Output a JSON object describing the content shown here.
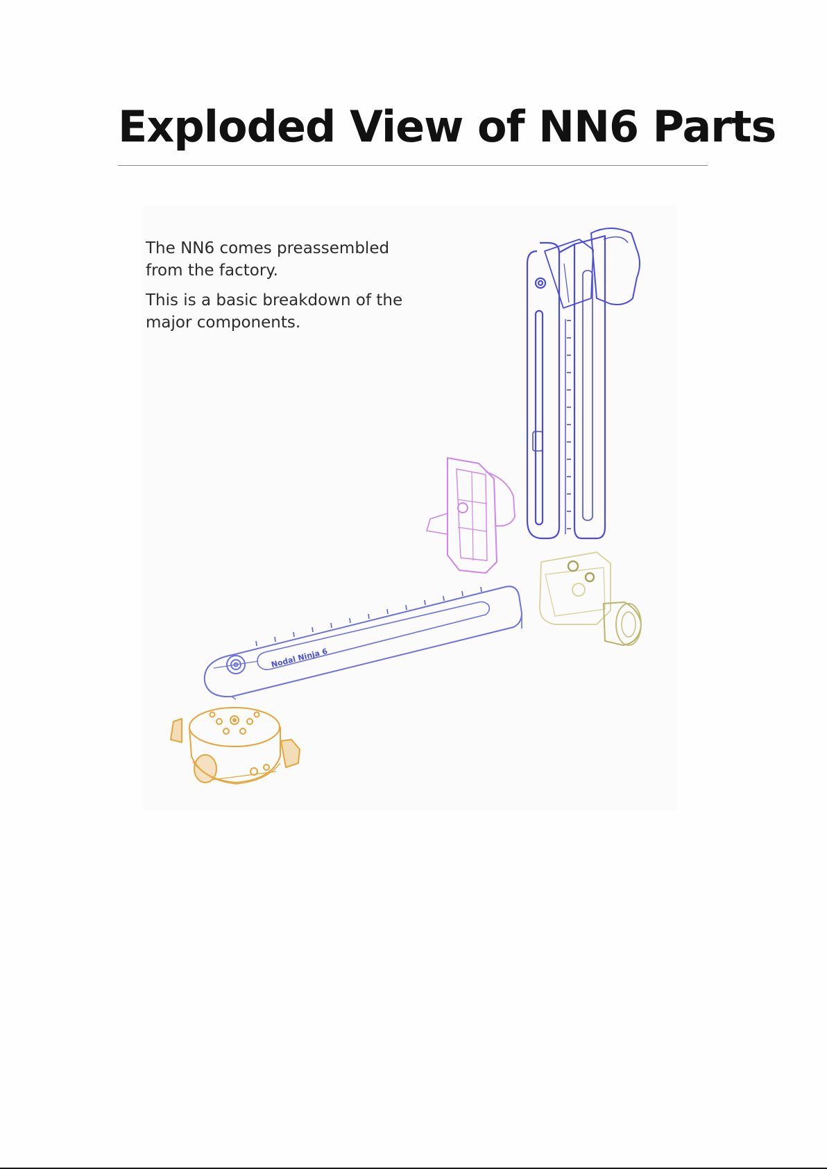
{
  "page": {
    "title": "Exploded View of NN6 Parts"
  },
  "intro": {
    "line1": "The NN6 comes preassembled from the factory.",
    "line2": "This is a basic breakdown of the major components."
  },
  "figure": {
    "parts": [
      {
        "name": "vertical-arm",
        "color": "#4a4ae0"
      },
      {
        "name": "camera-clamp",
        "color": "#d08ae8"
      },
      {
        "name": "upper-rail-clamp",
        "color": "#d8d6a0"
      },
      {
        "name": "horizontal-rail",
        "color": "#6a70e0"
      },
      {
        "name": "rotator-base",
        "color": "#e6a63a"
      }
    ],
    "rail_label": "Nodal Ninja 6"
  }
}
